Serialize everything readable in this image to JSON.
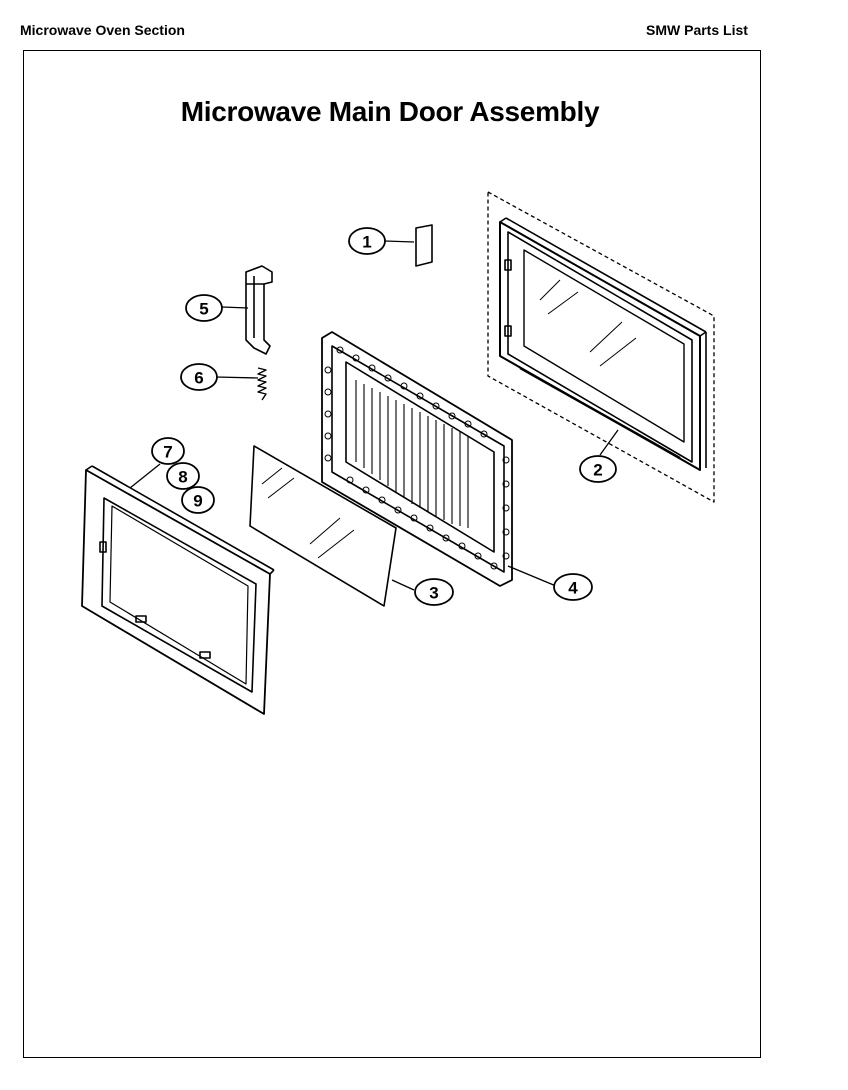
{
  "header": {
    "left": "Microwave Oven Section",
    "right": "SMW Parts List"
  },
  "title": "Microwave Main Door Assembly",
  "callouts": [
    {
      "id": "1",
      "label": "1"
    },
    {
      "id": "2",
      "label": "2"
    },
    {
      "id": "3",
      "label": "3"
    },
    {
      "id": "4",
      "label": "4"
    },
    {
      "id": "5",
      "label": "5"
    },
    {
      "id": "6",
      "label": "6"
    },
    {
      "id": "7",
      "label": "7"
    },
    {
      "id": "8",
      "label": "8"
    },
    {
      "id": "9",
      "label": "9"
    }
  ]
}
